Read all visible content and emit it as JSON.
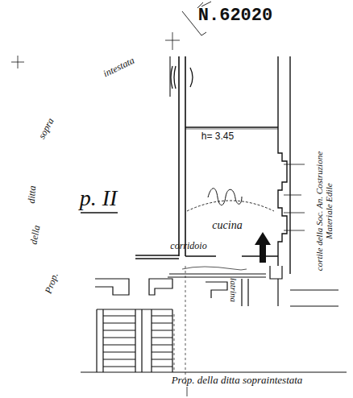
{
  "diagram": {
    "labels": [
      "N.62020",
      "Prop.",
      "della",
      "ditta",
      "sopra",
      "intestata",
      "p. II",
      "h= 3.45",
      "cucina",
      "corridoio",
      "latrina",
      "cortile della Soc. An. Costruzione Materiale Edile",
      "Prop. della ditta sopraintestata"
    ]
  }
}
